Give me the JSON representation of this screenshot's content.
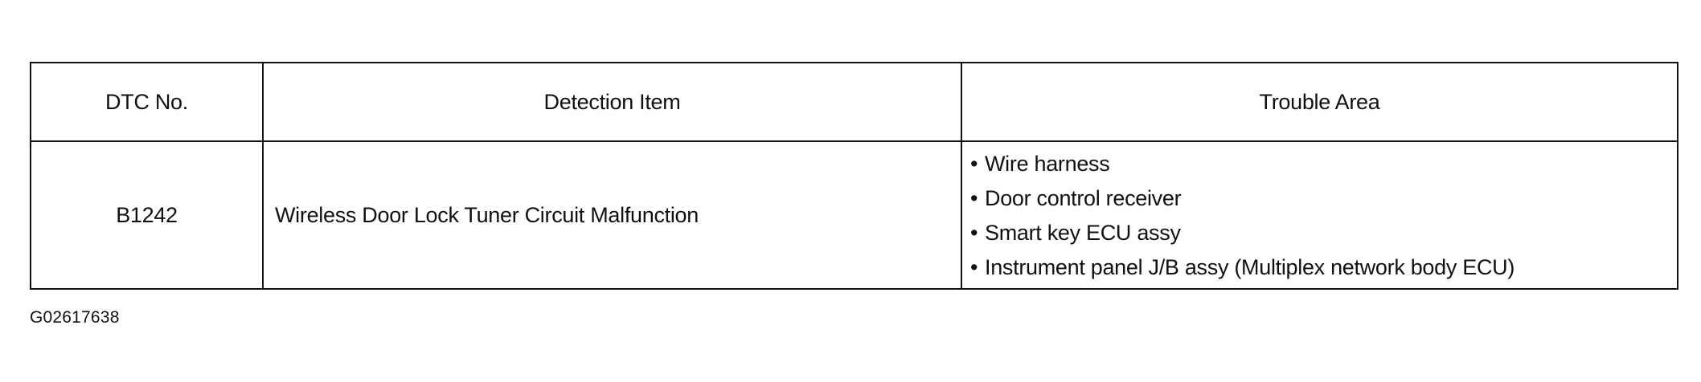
{
  "table": {
    "headers": {
      "dtc_no": "DTC No.",
      "detection_item": "Detection Item",
      "trouble_area": "Trouble Area"
    },
    "rows": [
      {
        "dtc_no": "B1242",
        "detection_item": "Wireless Door Lock Tuner Circuit Malfunction",
        "trouble_area": [
          "Wire harness",
          "Door control receiver",
          "Smart key ECU assy",
          "Instrument panel J/B assy (Multiplex network body ECU)"
        ]
      }
    ]
  },
  "figure_id": "G02617638"
}
